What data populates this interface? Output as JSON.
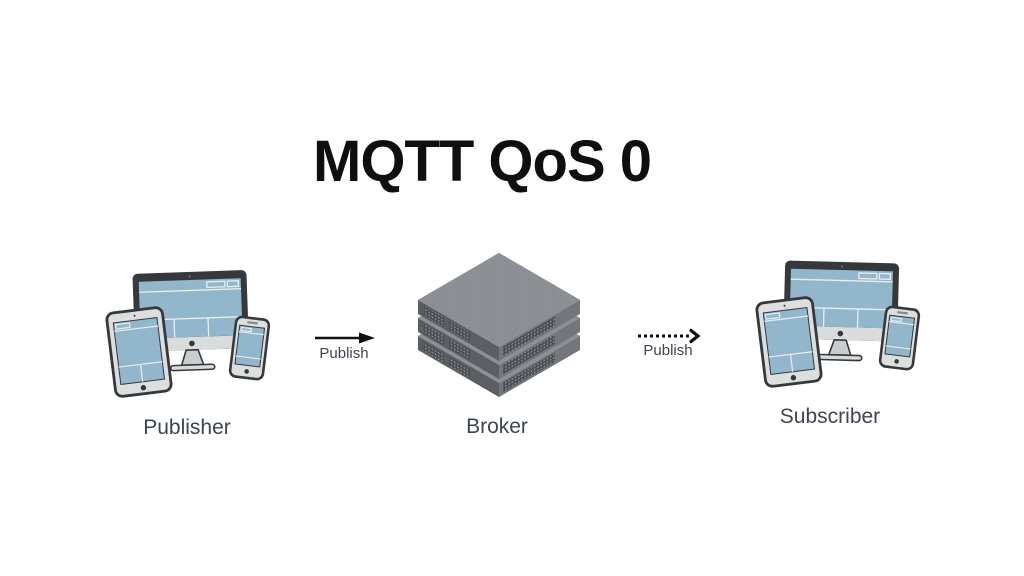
{
  "title": "MQTT QoS 0",
  "nodes": {
    "publisher": {
      "label": "Publisher",
      "icon": "devices-group-icon"
    },
    "broker": {
      "label": "Broker",
      "icon": "server-stack-icon"
    },
    "subscriber": {
      "label": "Subscriber",
      "icon": "devices-group-icon"
    }
  },
  "arrows": {
    "publisher_to_broker": {
      "label": "Publish",
      "style": "solid"
    },
    "broker_to_subscriber": {
      "label": "Publish",
      "style": "dotted"
    }
  },
  "colors": {
    "background": "#ffffff",
    "title_text": "#0f0f0f",
    "label_text": "#3e4550",
    "arrow": "#101010",
    "device_screen_blue": "#92b6cc",
    "device_body_gray": "#dcdfdf",
    "device_frame_dark": "#36383c",
    "server_top": "#8c9095",
    "server_right": "#73777c",
    "server_left": "#5b5f64"
  }
}
